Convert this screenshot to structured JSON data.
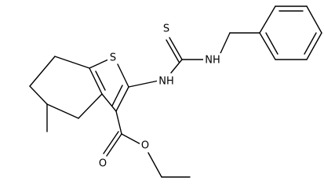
{
  "molecule": {
    "atoms": {
      "s_ring": "S",
      "s_thione": "S",
      "nh_left": "NH",
      "nh_right": "NH",
      "o_carbonyl": "O",
      "o_ester": "O"
    }
  },
  "colors": {
    "bond": "#000000",
    "label": "#000000",
    "background": "#ffffff"
  }
}
